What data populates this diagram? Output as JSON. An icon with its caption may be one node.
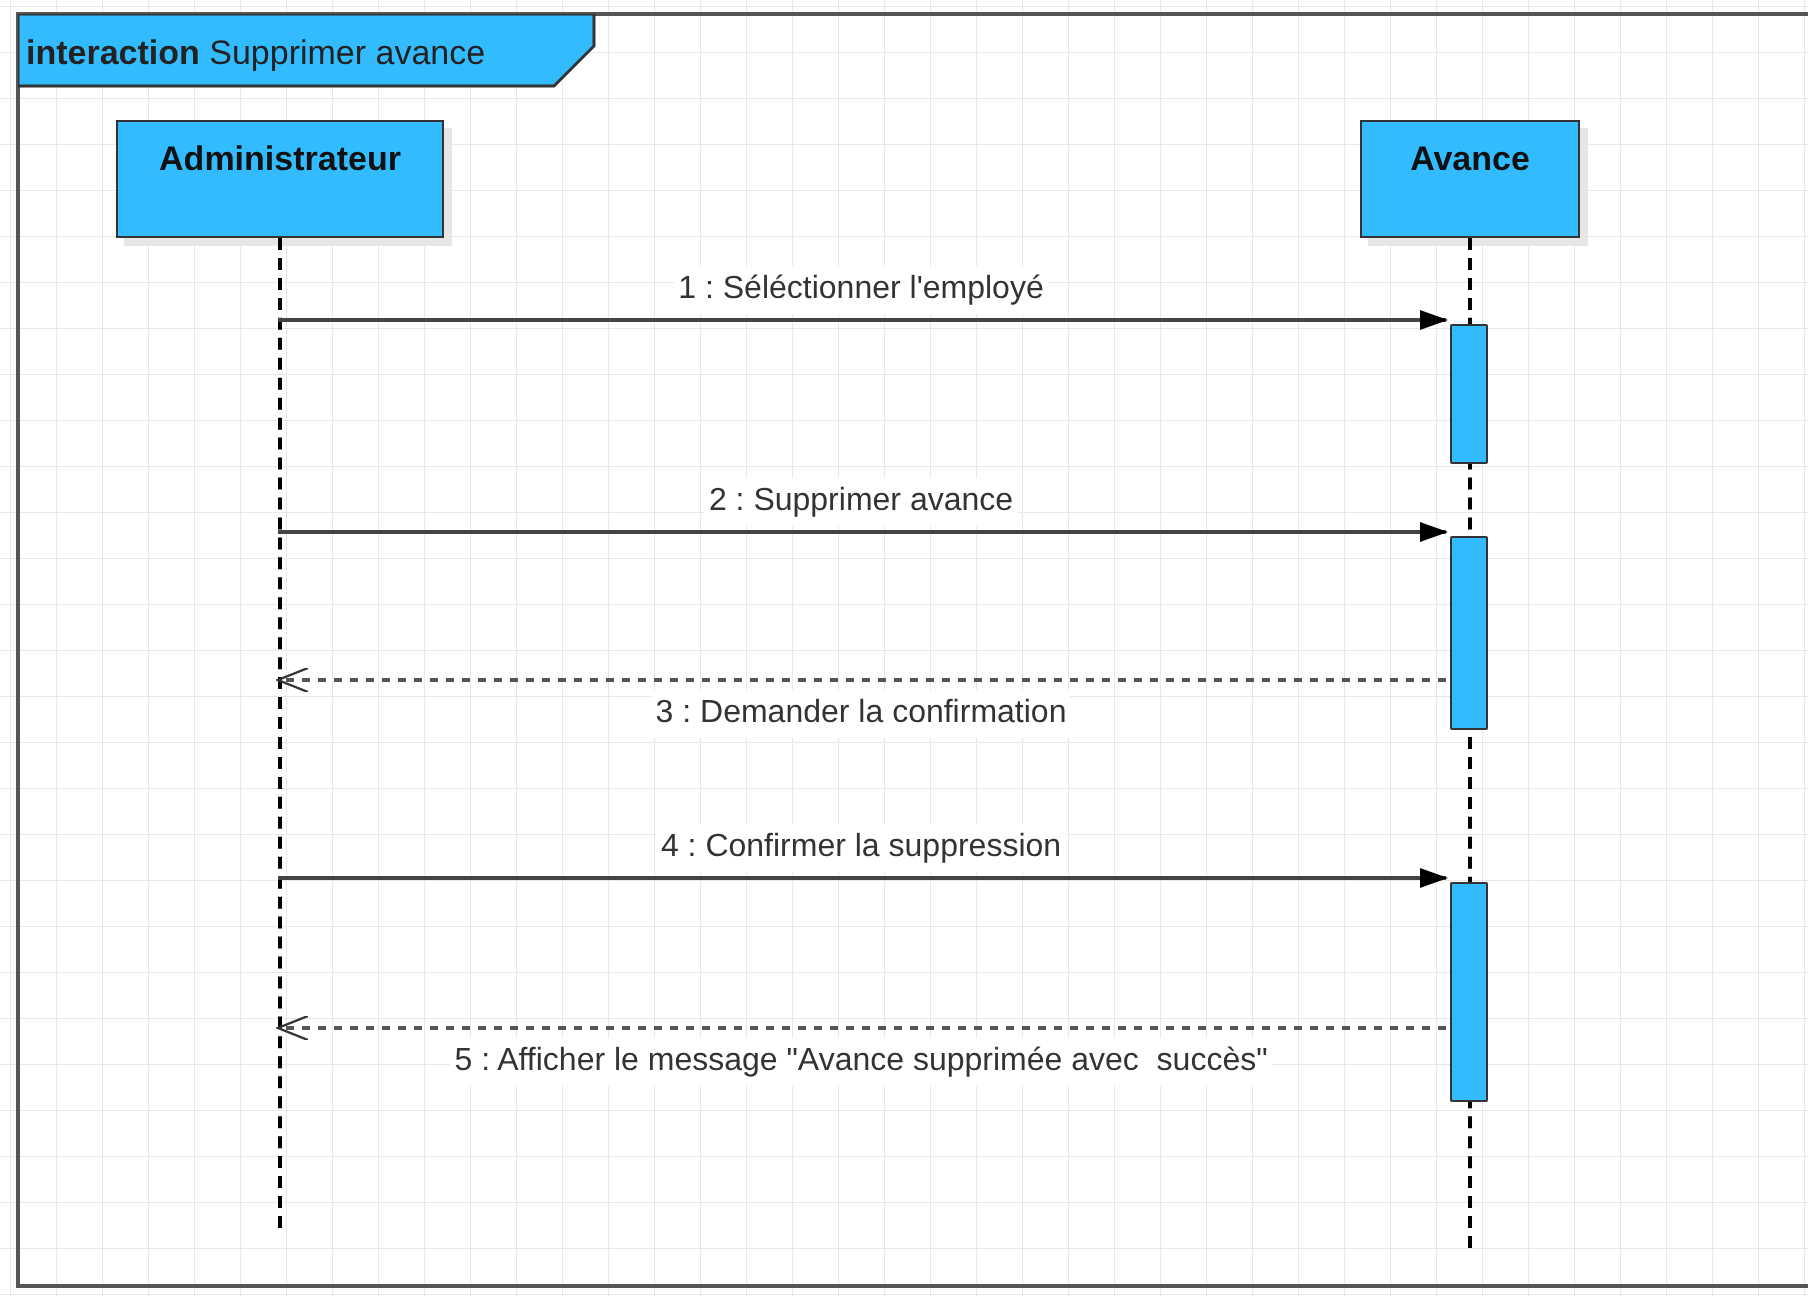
{
  "diagram": {
    "nodes": [
      {
        "text": [
          "**interaction** Supprimer avance"
        ]
      },
      {
        "text": [
          "Administrateur"
        ],
        "in": 0
      },
      {
        "text": [
          "Avance"
        ],
        "in": 0
      },
      {
        "text": [],
        "shape": "line",
        "in": 0
      },
      {
        "text": [],
        "shape": "line",
        "in": 0
      },
      {
        "text": [],
        "shape": "bar",
        "in": 0
      },
      {
        "text": [],
        "shape": "bar",
        "in": 0
      },
      {
        "text": [],
        "shape": "bar",
        "in": 0
      }
    ],
    "edges": [
      {
        "from": 3,
        "to": 5,
        "arrow": "to",
        "label": "1 : Séléctionner l'employé"
      },
      {
        "from": 3,
        "to": 6,
        "arrow": "to",
        "label": "2 : Supprimer avance"
      },
      {
        "from": 6,
        "to": 3,
        "arrow": "to",
        "label": "3 : Demander la confirmation",
        "style": "dashed"
      },
      {
        "from": 3,
        "to": 7,
        "arrow": "to",
        "label": "4 : Confirmer la suppression"
      },
      {
        "from": 7,
        "to": 3,
        "arrow": "to",
        "label": "5 : Afficher le message \"Avance supprimée avec  succès\"",
        "style": "dashed"
      }
    ]
  }
}
